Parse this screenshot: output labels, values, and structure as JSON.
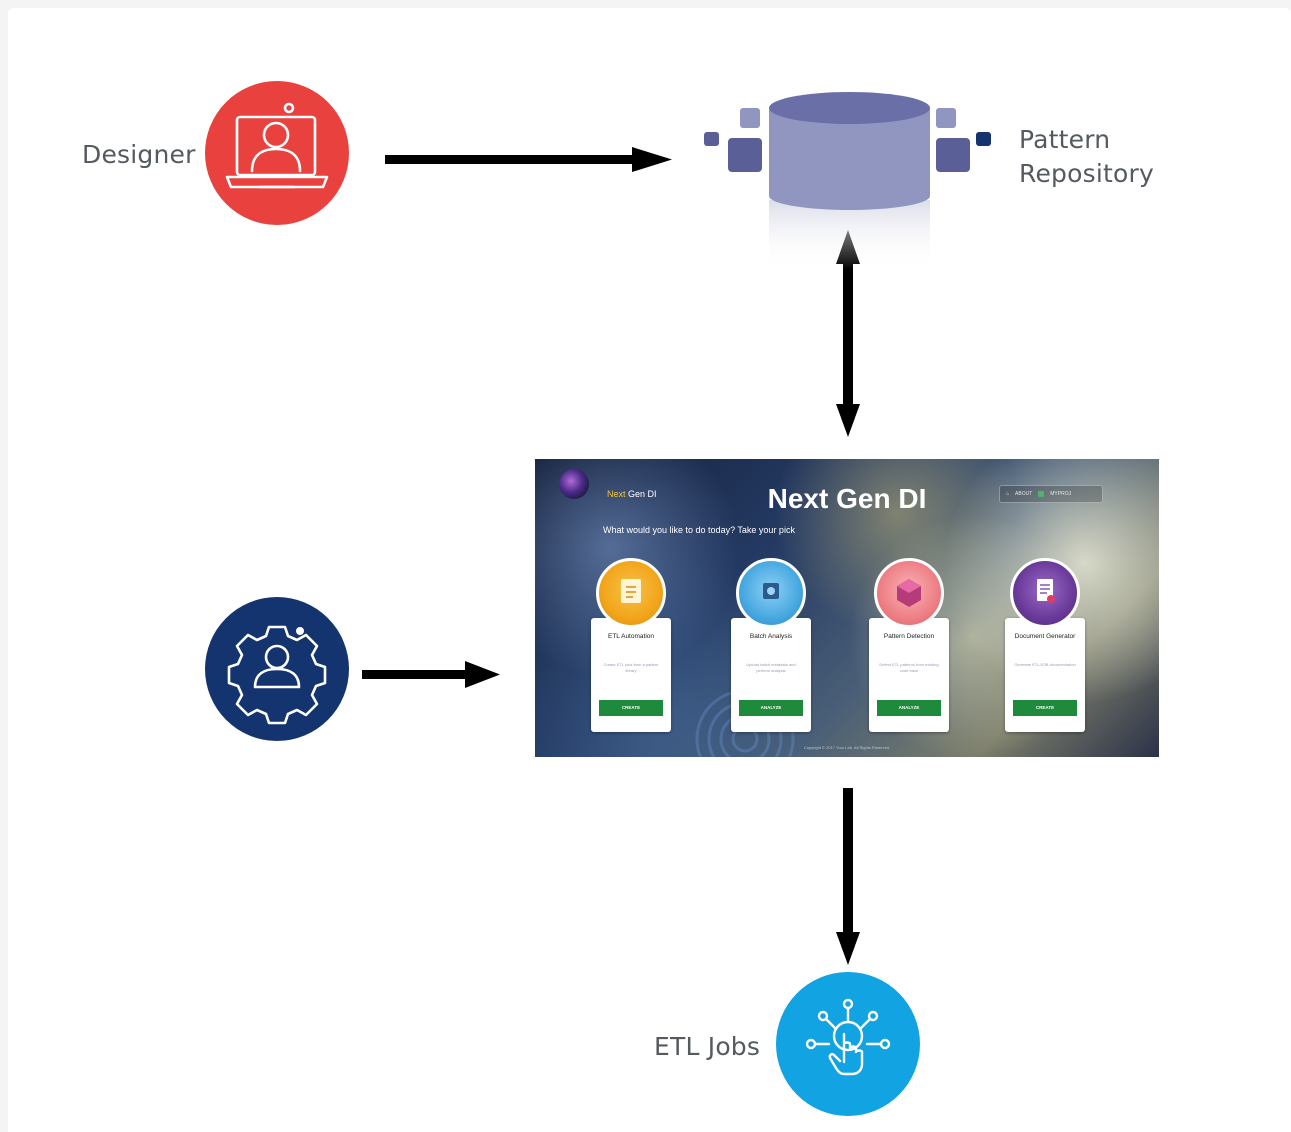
{
  "nodes": {
    "designer": {
      "label": "Designer",
      "color": "#e8413e",
      "icon": "laptop-user-icon"
    },
    "repository": {
      "label_line1": "Pattern",
      "label_line2": "Repository",
      "icon": "database-icon"
    },
    "engine": {
      "color": "#143470",
      "icon": "gear-user-icon"
    },
    "etl_jobs": {
      "label": "ETL Jobs",
      "color": "#12a4e2",
      "icon": "network-touch-icon"
    }
  },
  "app_screenshot": {
    "brand_accent": "Next",
    "brand_rest": " Gen DI",
    "title": "Next Gen DI",
    "subtitle": "What would you like to do today? Take your pick",
    "nav_about": "ABOUT",
    "nav_user": "MYPROJ",
    "footer": "Copyright © 2017 Your Lab. All Rights Reserved.",
    "cards": [
      {
        "title": "ETL Automation",
        "desc": "Create ETL jobs from a pattern library",
        "button": "CREATE",
        "icon_color": "#f2a51a",
        "icon": "notepad-icon"
      },
      {
        "title": "Batch Analysis",
        "desc": "Upload batch metadata and perform analysis",
        "button": "ANALYZE",
        "icon_color": "#47a8e0",
        "icon": "batch-icon"
      },
      {
        "title": "Pattern Detection",
        "desc": "Detect ETL patterns from existing code base",
        "button": "ANALYZE",
        "icon_color": "#ee7f85",
        "icon": "cube-icon"
      },
      {
        "title": "Document Generator",
        "desc": "Generate ETL/JOB documentation",
        "button": "CREATE",
        "icon_color": "#6a3a9a",
        "icon": "document-icon"
      }
    ]
  },
  "colors": {
    "arrow": "#000000",
    "repository_body": "#9196c0",
    "repository_top": "#6a6fa8",
    "repository_blocks": "#5a5f98"
  }
}
